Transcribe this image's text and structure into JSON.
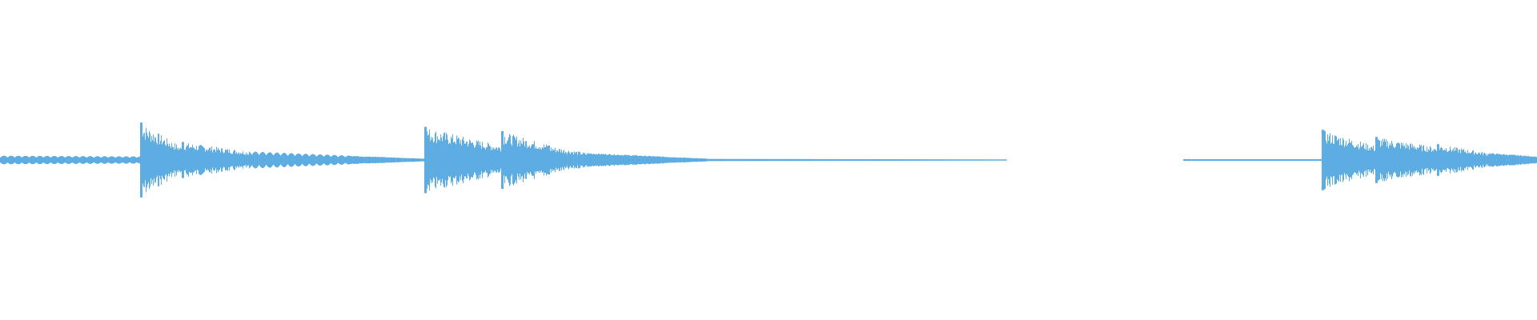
{
  "waveform": {
    "color": "#5dade2",
    "background": "#ffffff",
    "orientation": "horizontal",
    "segments": [
      {
        "start": 0.0,
        "end": 0.091,
        "amp_start": 0.06,
        "amp_end": 0.05,
        "style": "beads"
      },
      {
        "start": 0.091,
        "end": 0.118,
        "amp_start": 0.52,
        "amp_end": 0.18,
        "style": "burst"
      },
      {
        "start": 0.118,
        "end": 0.162,
        "amp_start": 0.25,
        "amp_end": 0.12,
        "style": "burst"
      },
      {
        "start": 0.162,
        "end": 0.228,
        "amp_start": 0.12,
        "amp_end": 0.06,
        "style": "beads"
      },
      {
        "start": 0.228,
        "end": 0.276,
        "amp_start": 0.06,
        "amp_end": 0.02,
        "style": "decay"
      },
      {
        "start": 0.276,
        "end": 0.326,
        "amp_start": 0.46,
        "amp_end": 0.2,
        "style": "burst"
      },
      {
        "start": 0.326,
        "end": 0.356,
        "amp_start": 0.4,
        "amp_end": 0.22,
        "style": "burst"
      },
      {
        "start": 0.356,
        "end": 0.382,
        "amp_start": 0.2,
        "amp_end": 0.1,
        "style": "burst"
      },
      {
        "start": 0.382,
        "end": 0.46,
        "amp_start": 0.1,
        "amp_end": 0.02,
        "style": "decay"
      },
      {
        "start": 0.46,
        "end": 0.655,
        "amp_start": 0.015,
        "amp_end": 0.008,
        "style": "line"
      },
      {
        "start": 0.77,
        "end": 0.86,
        "amp_start": 0.012,
        "amp_end": 0.012,
        "style": "line"
      },
      {
        "start": 0.86,
        "end": 0.895,
        "amp_start": 0.42,
        "amp_end": 0.2,
        "style": "burst"
      },
      {
        "start": 0.895,
        "end": 0.935,
        "amp_start": 0.32,
        "amp_end": 0.18,
        "style": "burst"
      },
      {
        "start": 0.935,
        "end": 0.968,
        "amp_start": 0.22,
        "amp_end": 0.1,
        "style": "burst"
      },
      {
        "start": 0.968,
        "end": 1.0,
        "amp_start": 0.1,
        "amp_end": 0.05,
        "style": "decay"
      }
    ]
  }
}
